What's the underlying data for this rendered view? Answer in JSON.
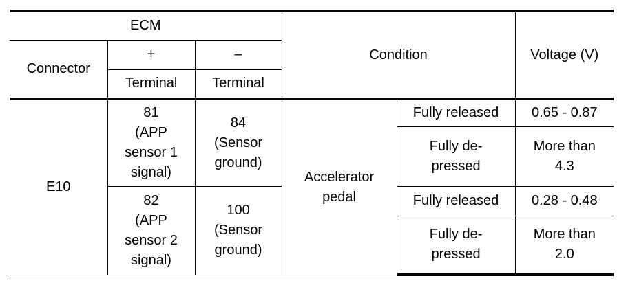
{
  "header": {
    "ecm": "ECM",
    "connector": "Connector",
    "plus": "+",
    "minus": "–",
    "terminal_plus": "Terminal",
    "terminal_minus": "Terminal",
    "condition": "Condition",
    "voltage": "Voltage (V)"
  },
  "body": {
    "connector": "E10",
    "component": [
      "Accelerator",
      "pedal"
    ],
    "sensors": [
      {
        "plus_terminal": [
          "81",
          "(APP",
          "sensor 1",
          "signal)"
        ],
        "minus_terminal": [
          "84",
          "(Sensor",
          "ground)"
        ],
        "rows": [
          {
            "condition": [
              "Fully released"
            ],
            "voltage": [
              "0.65 - 0.87"
            ]
          },
          {
            "condition": [
              "Fully de-",
              "pressed"
            ],
            "voltage": [
              "More than",
              "4.3"
            ]
          }
        ]
      },
      {
        "plus_terminal": [
          "82",
          "(APP",
          "sensor 2",
          "signal)"
        ],
        "minus_terminal": [
          "100",
          "(Sensor",
          "ground)"
        ],
        "rows": [
          {
            "condition": [
              "Fully released"
            ],
            "voltage": [
              "0.28 - 0.48"
            ]
          },
          {
            "condition": [
              "Fully de-",
              "pressed"
            ],
            "voltage": [
              "More than",
              "2.0"
            ]
          }
        ]
      }
    ]
  }
}
